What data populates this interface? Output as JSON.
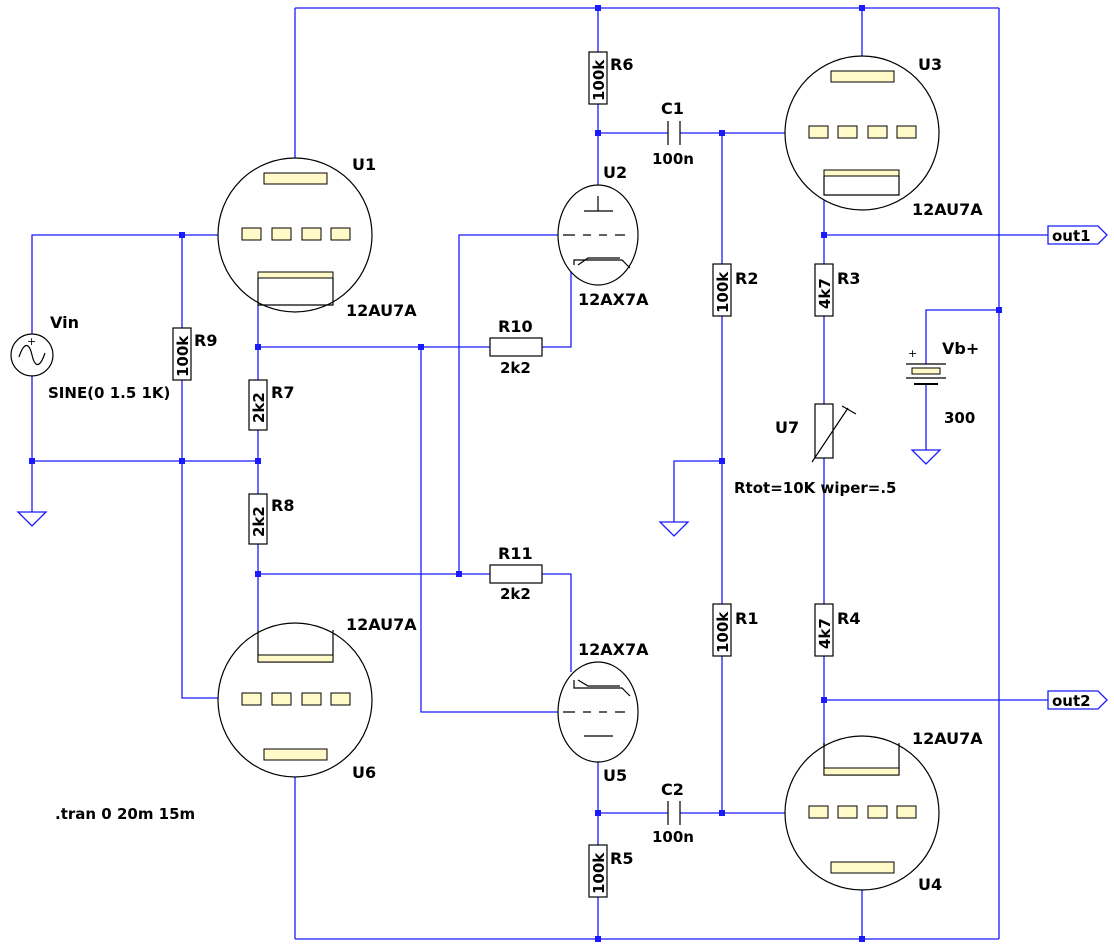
{
  "components": {
    "r1": {
      "ref": "R1",
      "value": "100k"
    },
    "r2": {
      "ref": "R2",
      "value": "100k"
    },
    "r3": {
      "ref": "R3",
      "value": "4k7"
    },
    "r4": {
      "ref": "R4",
      "value": "4k7"
    },
    "r5": {
      "ref": "R5",
      "value": "100k"
    },
    "r6": {
      "ref": "R6",
      "value": "100k"
    },
    "r7": {
      "ref": "R7",
      "value": "2k2"
    },
    "r8": {
      "ref": "R8",
      "value": "2k2"
    },
    "r9": {
      "ref": "R9",
      "value": "100k"
    },
    "r10": {
      "ref": "R10",
      "value": "2k2"
    },
    "r11": {
      "ref": "R11",
      "value": "2k2"
    },
    "c1": {
      "ref": "C1",
      "value": "100n"
    },
    "c2": {
      "ref": "C2",
      "value": "100n"
    },
    "u1": {
      "ref": "U1",
      "model": "12AU7A"
    },
    "u2": {
      "ref": "U2",
      "model": "12AX7A"
    },
    "u3": {
      "ref": "U3",
      "model": "12AU7A"
    },
    "u4": {
      "ref": "U4",
      "model": "12AU7A"
    },
    "u5": {
      "ref": "U5",
      "model": "12AX7A"
    },
    "u6": {
      "ref": "U6",
      "model": "12AU7A"
    },
    "u7": {
      "ref": "U7",
      "params": "Rtot=10K wiper=.5"
    },
    "vin": {
      "ref": "Vin",
      "value": "SINE(0 1.5 1K)"
    },
    "vb": {
      "ref": "Vb+",
      "value": "300"
    }
  },
  "ports": {
    "out1": "out1",
    "out2": "out2"
  },
  "directive": ".tran 0 20m 15m",
  "colors": {
    "wire": "#1a1aff",
    "junction": "#1a1aff",
    "electrode": "#fffac8",
    "component": "#000000"
  }
}
